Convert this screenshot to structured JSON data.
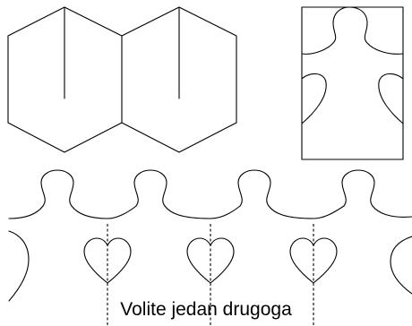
{
  "caption": "Volite jedan drugoga",
  "colors": {
    "line": "#000000",
    "background": "#ffffff"
  },
  "illustrations": [
    "accordion-folded-paper",
    "person-template",
    "paper-doll-chain-with-hearts"
  ]
}
